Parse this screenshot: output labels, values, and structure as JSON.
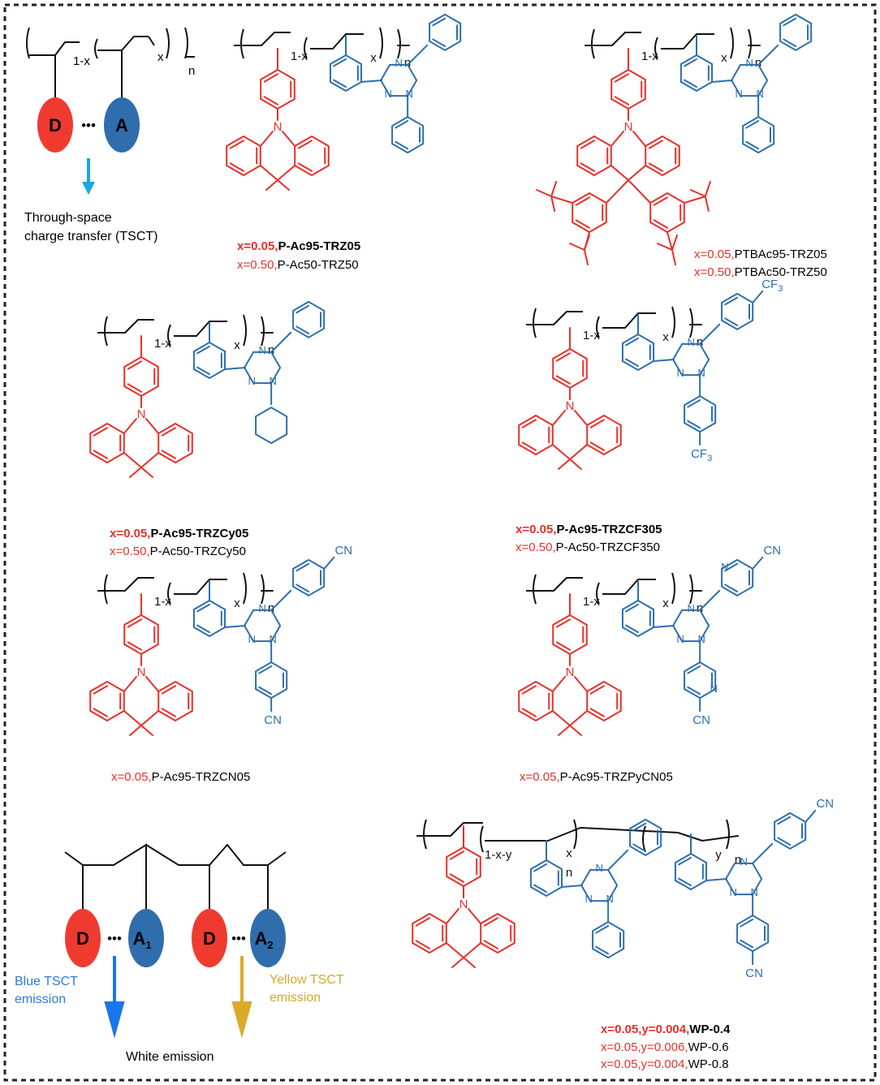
{
  "colors": {
    "donor": "#e8302a",
    "acceptor": "#2e6fad",
    "backbone": "#111111",
    "donor_oval": "#ef3b2f",
    "acceptor_oval": "#2f6dac",
    "tsct_arrow": "#1aa6e0",
    "blue_arrow": "#1877e8",
    "yellow_arrow": "#dcaa2a",
    "blue_text": "#2c7be2",
    "yellow_text": "#d6a82a"
  },
  "atoms": {
    "N": "N",
    "CN": "CN",
    "CF3": "CF",
    "CF3_sub": "3",
    "cn_label": "CN"
  },
  "polymer": {
    "n": "n",
    "x": "x",
    "y": "y",
    "one_minus_x": "1-x",
    "one_minus_x_y": "1-x-y"
  },
  "scheme": {
    "D": "D",
    "A": "A",
    "dots": "•••",
    "tsct_line1": "Through-space",
    "tsct_line2": "charge transfer (TSCT)",
    "A1": "A",
    "A1_sub": "1",
    "A2": "A",
    "A2_sub": "2",
    "blue_line1": "Blue TSCT",
    "blue_line2": "emission",
    "yellow_line1": "Yellow  TSCT",
    "yellow_line2": "emission",
    "white": "White emission"
  },
  "labels": {
    "c1_x1": "x=0.05,",
    "c1_n1": "P-Ac95-TRZ05",
    "c1_x2": "x=0.50,",
    "c1_n2": "P-Ac50-TRZ50",
    "c2_x1": "x=0.05,",
    "c2_n1": "PTBAc95-TRZ05",
    "c2_x2": "x=0.50,",
    "c2_n2": "PTBAc50-TRZ50",
    "c3_x1": "x=0.05,",
    "c3_n1": "P-Ac95-TRZCy05",
    "c3_x2": "x=0.50,",
    "c3_n2": "P-Ac50-TRZCy50",
    "c4_x1": "x=0.05,",
    "c4_n1": "P-Ac95-TRZCF305",
    "c4_x2": "x=0.50,",
    "c4_n2": "P-Ac50-TRZCF350",
    "c5_x1": "x=0.05,",
    "c5_n1": "P-Ac95-TRZCN05",
    "c6_x1": "x=0.05,",
    "c6_n1": "P-Ac95-TRZPyCN05",
    "wp_x1": "x=0.05,y=0.004,",
    "wp_n1": "WP-0.4",
    "wp_x2": "x=0.05,y=0.006,",
    "wp_n2": "WP-0.6",
    "wp_x3": "x=0.05,y=0.004,",
    "wp_n3": "WP-0.8"
  }
}
